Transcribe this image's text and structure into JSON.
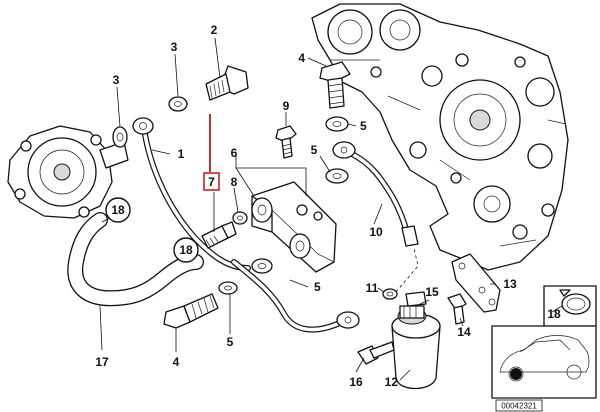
{
  "diagram": {
    "callouts": {
      "c1": "1",
      "c2": "2",
      "c3a": "3",
      "c3b": "3",
      "c4a": "4",
      "c4b": "4",
      "c5a": "5",
      "c5b": "5",
      "c5c": "5",
      "c5d": "5",
      "c6": "6",
      "c7": "7",
      "c8": "8",
      "c9": "9",
      "c10": "10",
      "c11": "11",
      "c12": "12",
      "c13": "13",
      "c14": "14",
      "c15": "15",
      "c16": "16",
      "c17": "17",
      "c18a": "18",
      "c18b": "18",
      "c18c": "18"
    },
    "highlighted_part": "7",
    "highlight_color": "#cc1111",
    "catalog_code": "00042321"
  }
}
